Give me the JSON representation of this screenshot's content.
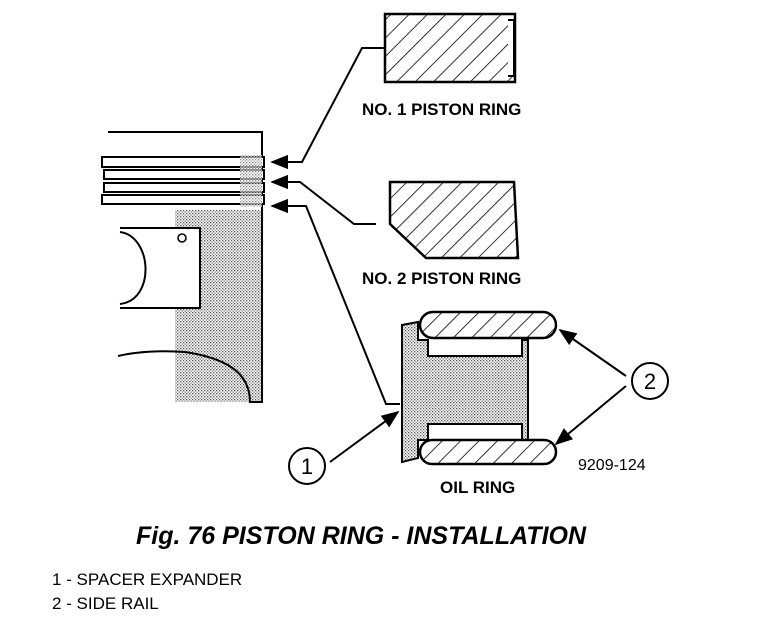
{
  "figure": {
    "caption": "Fig. 76 PISTON RING - INSTALLATION",
    "code": "9209-124",
    "labels": {
      "ring1": "NO. 1 PISTON RING",
      "ring2": "NO. 2 PISTON RING",
      "oil": "OIL RING"
    },
    "callouts": [
      "1",
      "2"
    ]
  },
  "legend": [
    "1 - SPACER EXPANDER",
    "2 - SIDE RAIL"
  ]
}
